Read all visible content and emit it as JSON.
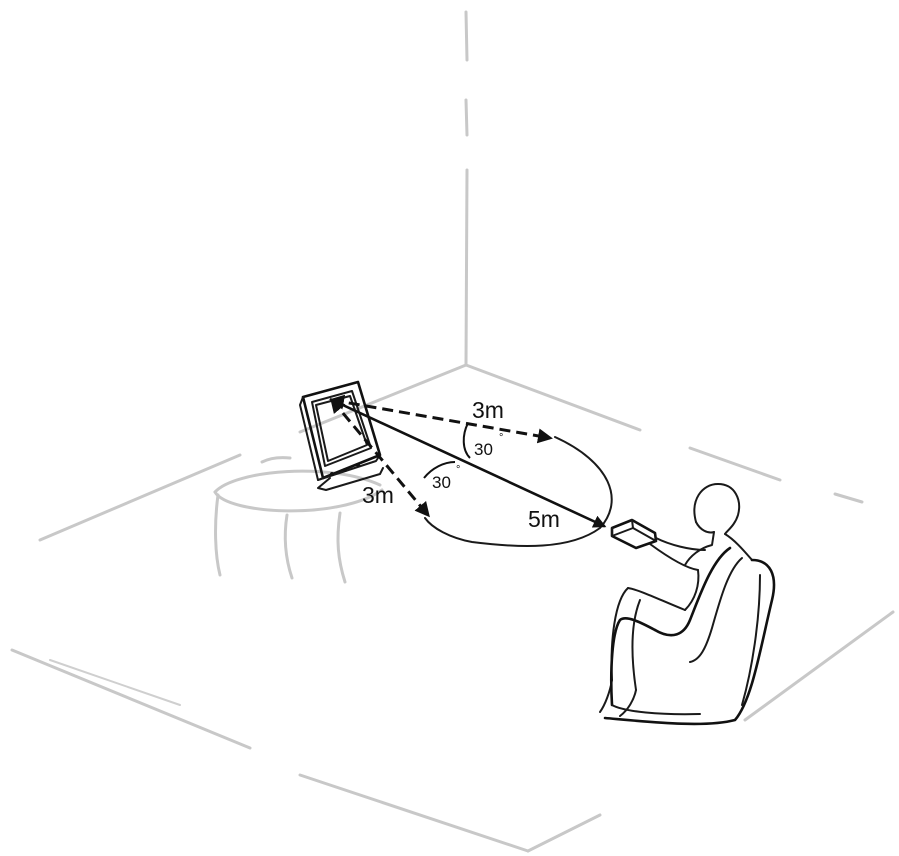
{
  "labels": {
    "dist_upper": "3m",
    "dist_lower": "3m",
    "dist_center": "5m",
    "angle_upper": "30",
    "angle_lower": "30",
    "degree_symbol": "°"
  },
  "colors": {
    "ink": "#111111",
    "room_lines": "#c8c8c8",
    "background": "#ffffff"
  }
}
